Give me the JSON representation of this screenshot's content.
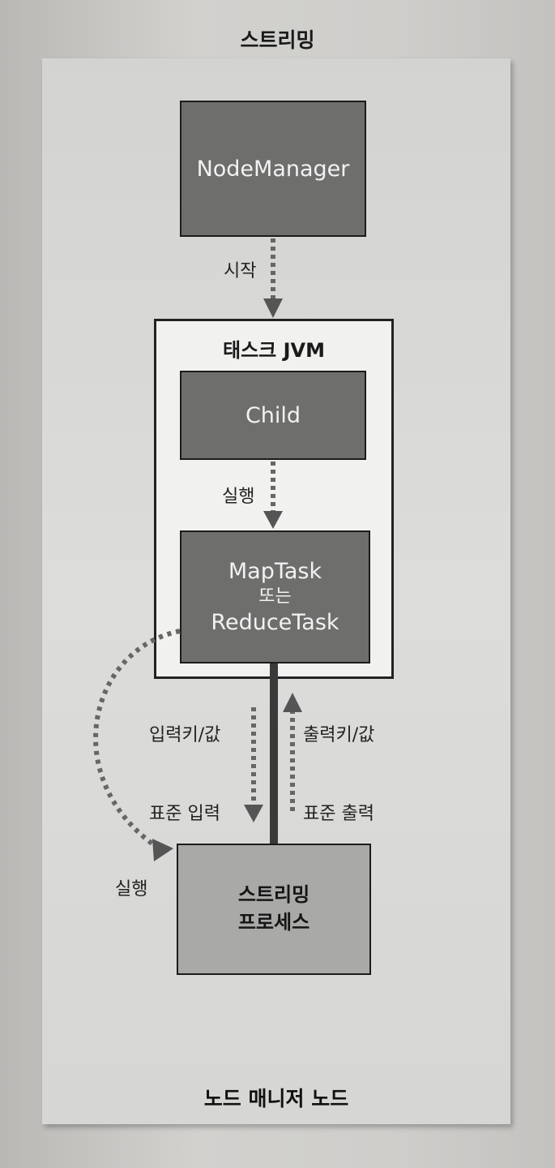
{
  "title": "스트리밍",
  "boxes": {
    "node_manager": "NodeManager",
    "task_jvm": "태스크 JVM",
    "child": "Child",
    "map_task": "MapTask",
    "or": "또는",
    "reduce_task": "ReduceTask",
    "streaming_process_line1": "스트리밍",
    "streaming_process_line2": "프로세스"
  },
  "labels": {
    "start": "시작",
    "run_child": "실행",
    "input_kv": "입력키/값",
    "stdin": "표준 입력",
    "output_kv": "출력키/값",
    "stdout": "표준 출력",
    "run_process": "실행"
  },
  "footer": "노드 매니저 노드"
}
